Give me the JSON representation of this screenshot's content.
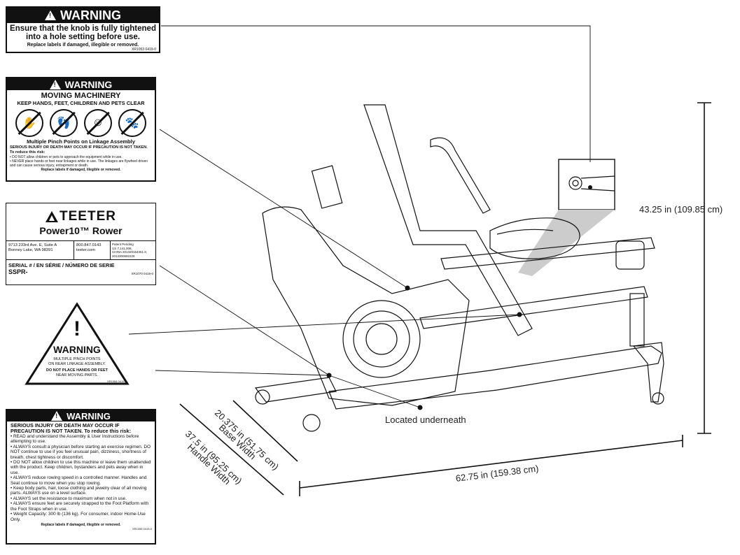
{
  "label1": {
    "header": "WARNING",
    "line1": "Ensure that the knob is fully tightened",
    "line2": "into a hole setting before use.",
    "footer": "Replace labels if damaged, illegible or removed.",
    "code": "XR1053 0419-0"
  },
  "label2": {
    "header": "WARNING",
    "title": "MOVING MACHINERY",
    "subtitle": "KEEP HANDS, FEET, CHILDREN AND PETS CLEAR",
    "pinch": "Multiple Pinch Points on Linkage Assembly",
    "serious": "SERIOUS INJURY OR DEATH MAY OCCUR IF PRECAUTION IS NOT TAKEN. To reduce this risk:",
    "bullet1": "• DO NOT allow children or pets to approach the equipment while in use.",
    "bullet2": "• NEVER place hands or feet near linkages while in use. The linkages are flywheel driven and can cause serious injury, entrapment or death.",
    "footer": "Replace labels if damaged, illegible or removed.",
    "icons": [
      "no-hands-icon",
      "no-feet-icon",
      "no-children-icon",
      "no-pets-icon"
    ]
  },
  "label3": {
    "brand": "TEETER",
    "product": "Power10™ Rower",
    "address1": "9713 233rd Ave. E, Suite A",
    "address2": "Bonney Lake, WA 98391",
    "phone": "800.847.0143",
    "web": "teeter.com",
    "patent1": "Patent Pending",
    "patent2": "US 7,141,008,",
    "patent3": "CHINA 201320154351.9,",
    "patent4": "2013300692225",
    "serial_label": "SERIAL # / EN SÉRIE / NÚMERO DE SERIE",
    "serial_value": "SSPR-",
    "code": "XR1070 0419-0"
  },
  "label4": {
    "mark": "!",
    "header": "WARNING",
    "line1": "MULTIPLE PINCH POINTS",
    "line2": "ON REAR LINKAGE ASSEMBLY.",
    "line3": "DO NOT PLACE HANDS OR FEET",
    "line4": "NEAR MOVING PARTS.",
    "code": "XR1054 0419-0"
  },
  "label5": {
    "header": "WARNING",
    "serious": "SERIOUS INJURY OR DEATH MAY OCCUR IF PRECAUTION IS NOT TAKEN. To reduce this risk:",
    "items": [
      "• READ and understand the Assembly & User Instructions before attempting to use.",
      "• ALWAYS consult a physician before starting an exercise regimen. DO NOT continue to use if you feel unusual pain, dizziness, shortness of breath, chest tightness or discomfort.",
      "• DO NOT allow children to use this machine or leave them unattended with the product. Keep children, bystanders and pets away when in use.",
      "• ALWAYS reduce rowing speed in a controlled manner. Handles and Seat continue to move when you stop rowing.",
      "• Keep body parts, hair, loose clothing and jewelry clear of all moving parts. ALWAYS use on a level surface.",
      "• ALWAYS set the resistance to maximum when not in use.",
      "• ALWAYS ensure feet are securely strapped to the Foot Platform with the Foot Straps when in use.",
      "• Weight Capacity: 300 lb (136 kg). For consumer, indoor Home-Use Only."
    ],
    "footer": "Replace labels if damaged, illegible or removed.",
    "code": "XR1055 0419-0"
  },
  "dims": {
    "height": "43.25 in (109.85 cm)",
    "length": "62.75 in (159.38 cm)",
    "base_width_value": "20.375 in (51.75 cm)",
    "base_width_label": "Base Width",
    "handle_width_value": "37.5 in (95.25 cm)",
    "handle_width_label": "Handle Width",
    "underneath": "Located underneath"
  }
}
